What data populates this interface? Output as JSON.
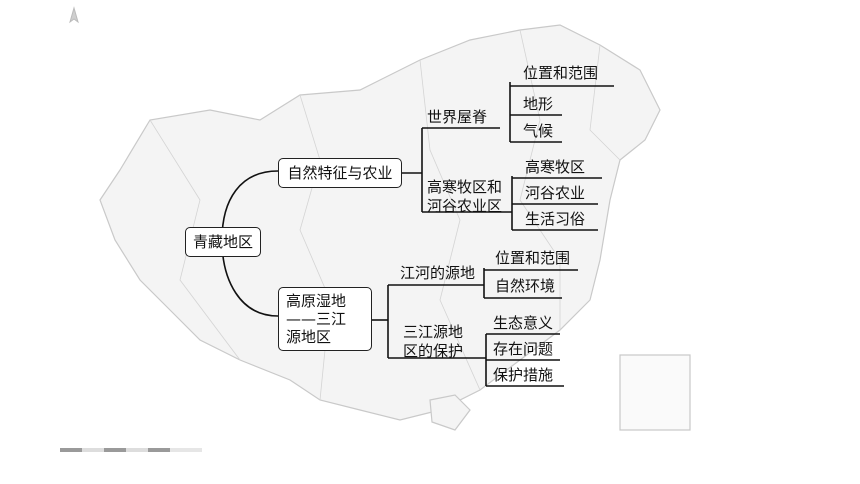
{
  "colors": {
    "line": "#111111",
    "map_outline": "#c8c8c8",
    "map_fill": "#f3f3f3"
  },
  "root": {
    "label": "青藏地区"
  },
  "branch1": {
    "label": "自然特征与农业",
    "sub1": {
      "label": "世界屋脊",
      "items": [
        "位置和范围",
        "地形",
        "气候"
      ]
    },
    "sub2": {
      "line1": "高寒牧区和",
      "line2": "河谷农业区",
      "items": [
        "高寒牧区",
        "河谷农业",
        "生活习俗"
      ]
    }
  },
  "branch2": {
    "line1": "高原湿地",
    "line2": "——三江",
    "line3": "源地区",
    "sub1": {
      "label": "江河的源地",
      "items": [
        "位置和范围",
        "自然环境"
      ]
    },
    "sub2": {
      "line1": "三江源地",
      "line2": "区的保护",
      "items": [
        "生态意义",
        "存在问题",
        "保护措施"
      ]
    }
  }
}
